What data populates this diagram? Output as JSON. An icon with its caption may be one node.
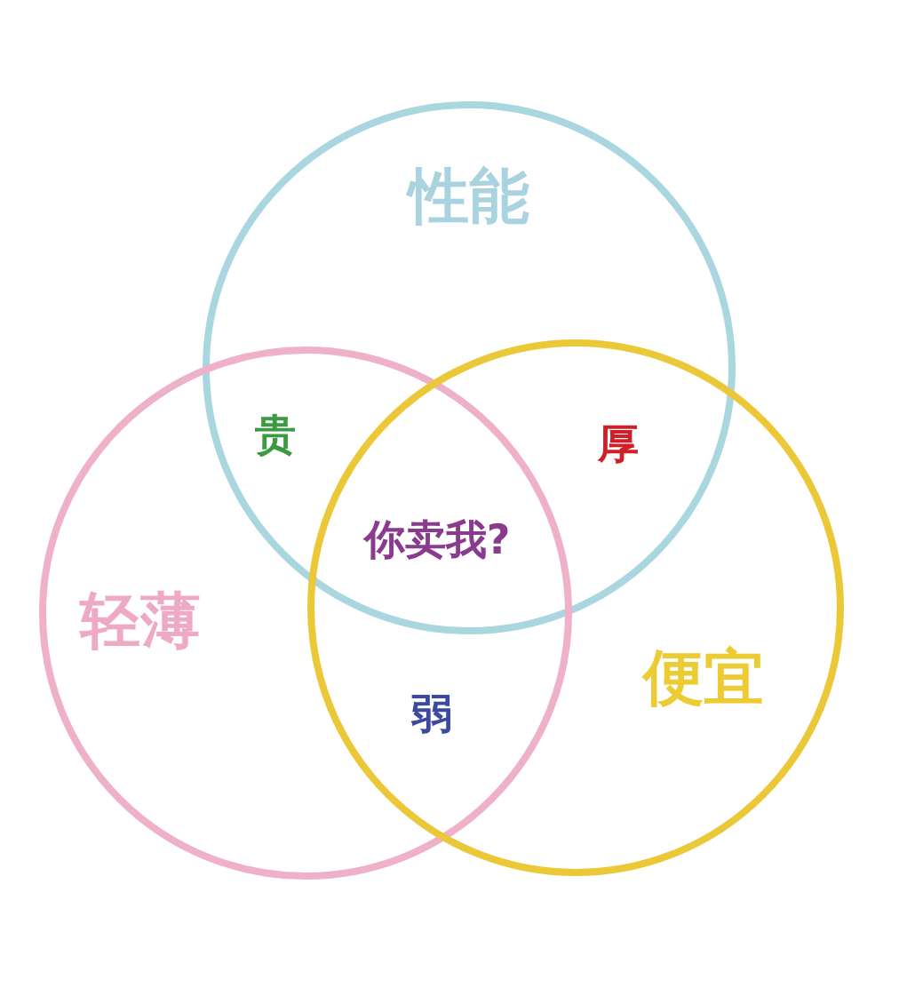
{
  "diagram": {
    "nodes": [
      {
        "text": [
          "性能"
        ]
      },
      {
        "text": [
          "轻薄"
        ]
      },
      {
        "text": [
          "便宜"
        ]
      }
    ],
    "labels": [
      "贵",
      "厚",
      "你卖我?",
      "弱"
    ]
  }
}
